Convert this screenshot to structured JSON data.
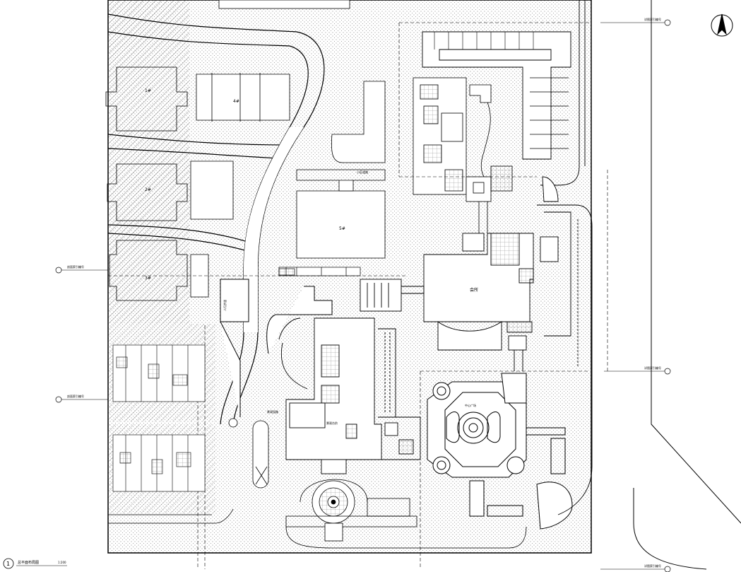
{
  "drawing": {
    "title": "总平面布局图",
    "scale": "1:200",
    "figure_number": "1",
    "north_symbol": "north-arrow"
  },
  "callouts": {
    "right_top": "详图索引编号",
    "right_mid": "详图索引编号",
    "right_bottom": "详图索引编号",
    "left_upper": "剖面索引编号",
    "left_lower": "剖面索引编号",
    "ref_mark": "1"
  },
  "blocks": {
    "block_a": "1#",
    "block_b": "2#",
    "block_c": "3#",
    "block_d": "4#",
    "block_e": "5#"
  },
  "areas": {
    "road_label": "小区道路",
    "walk_label": "人行步道",
    "clubhouse": "会所",
    "plaza": "中心广场",
    "stair_label": "景观台阶",
    "path_label": "景观园路"
  },
  "colors": {
    "line": "#000000",
    "paper": "#ffffff"
  }
}
